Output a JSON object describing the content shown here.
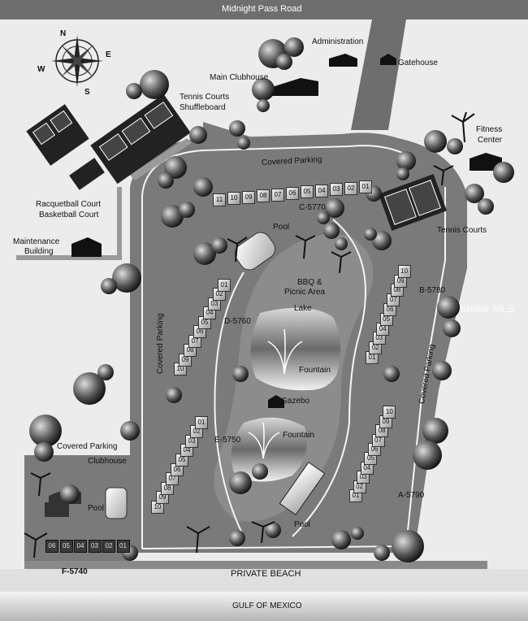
{
  "roads": {
    "top": "Midnight Pass Road",
    "beach": "PRIVATE BEACH",
    "gulf": "GULF OF MEXICO"
  },
  "compass": {
    "n": "N",
    "s": "S",
    "e": "E",
    "w": "W"
  },
  "places": {
    "administration": "Administration",
    "gatehouse": "Gatehouse",
    "main_clubhouse": "Main Clubhouse",
    "tennis_shuffle_1": "Tennis Courts",
    "tennis_shuffle_2": "Shuffleboard",
    "fitness_1": "Fitness",
    "fitness_2": "Center",
    "covered_parking_top": "Covered Parking",
    "racquetball": "Racquetball Court",
    "basketball": "Basketball Court",
    "maintenance_1": "Maintenance",
    "maintenance_2": "Building",
    "pool_top": "Pool",
    "tennis_courts_right": "Tennis Courts",
    "bbq_1": "BBQ &",
    "bbq_2": "Picnic Area",
    "lake": "Lake",
    "fountain_1": "Fountain",
    "gazebo": "Gazebo",
    "fountain_2": "Fountain",
    "covered_parking_left": "Covered Parking",
    "covered_parking_right": "Covered Parking",
    "covered_parking_bottom": "Covered Parking",
    "clubhouse": "Clubhouse",
    "pool_left": "Pool",
    "pool_bottom": "Pool"
  },
  "buildings": {
    "c": {
      "name": "C-5770",
      "units": [
        "11",
        "10",
        "09",
        "08",
        "07",
        "06",
        "05",
        "04",
        "03",
        "02",
        "01"
      ]
    },
    "d": {
      "name": "D-5760",
      "units": [
        "10",
        "09",
        "08",
        "07",
        "06",
        "05",
        "04",
        "03",
        "02",
        "01"
      ]
    },
    "b": {
      "name": "B-5780",
      "units": [
        "01",
        "02",
        "03",
        "04",
        "05",
        "06",
        "07",
        "08",
        "09",
        "10"
      ]
    },
    "e": {
      "name": "E-5750",
      "units": [
        "10",
        "09",
        "08",
        "07",
        "06",
        "05",
        "04",
        "03",
        "02",
        "01"
      ]
    },
    "a": {
      "name": "A-5790",
      "units": [
        "01",
        "02",
        "03",
        "04",
        "05",
        "06",
        "07",
        "08",
        "09",
        "10"
      ]
    },
    "f": {
      "name": "F-5740",
      "units": [
        "06",
        "05",
        "04",
        "03",
        "02",
        "01"
      ]
    }
  },
  "watermark": "Stellar MLS"
}
